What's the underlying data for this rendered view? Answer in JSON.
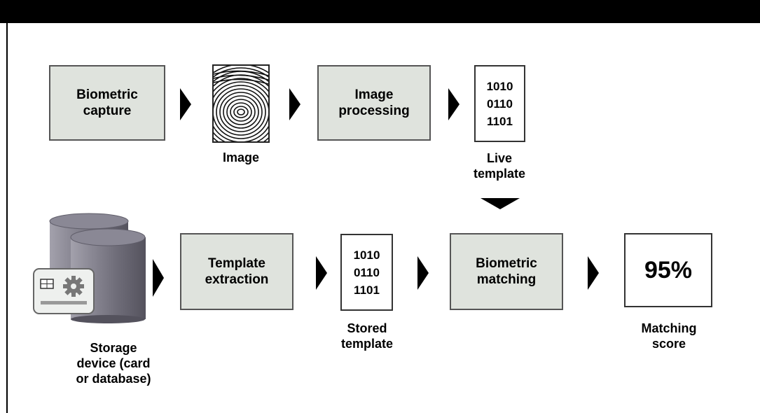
{
  "steps": {
    "biometric_capture": "Biometric\ncapture",
    "image_processing": "Image\nprocessing",
    "template_extraction": "Template\nextraction",
    "biometric_matching": "Biometric\nmatching"
  },
  "artifacts": {
    "image_label": "Image",
    "live_template_bits": "1010\n0110\n1101",
    "live_template_label": "Live\ntemplate",
    "stored_template_bits": "1010\n0110\n1101",
    "stored_template_label": "Stored\ntemplate",
    "matching_score_value": "95%",
    "matching_score_label": "Matching\nscore",
    "storage_label": "Storage\ndevice (card\nor database)"
  },
  "colors": {
    "process_box_fill": "#dfe3dd",
    "arrow": "#000000",
    "database_cylinder": "#7d7b86"
  },
  "icons": [
    "fingerprint-icon",
    "database-icon",
    "smart-card-icon",
    "gear-icon",
    "arrow-right-icon",
    "arrow-down-icon"
  ]
}
